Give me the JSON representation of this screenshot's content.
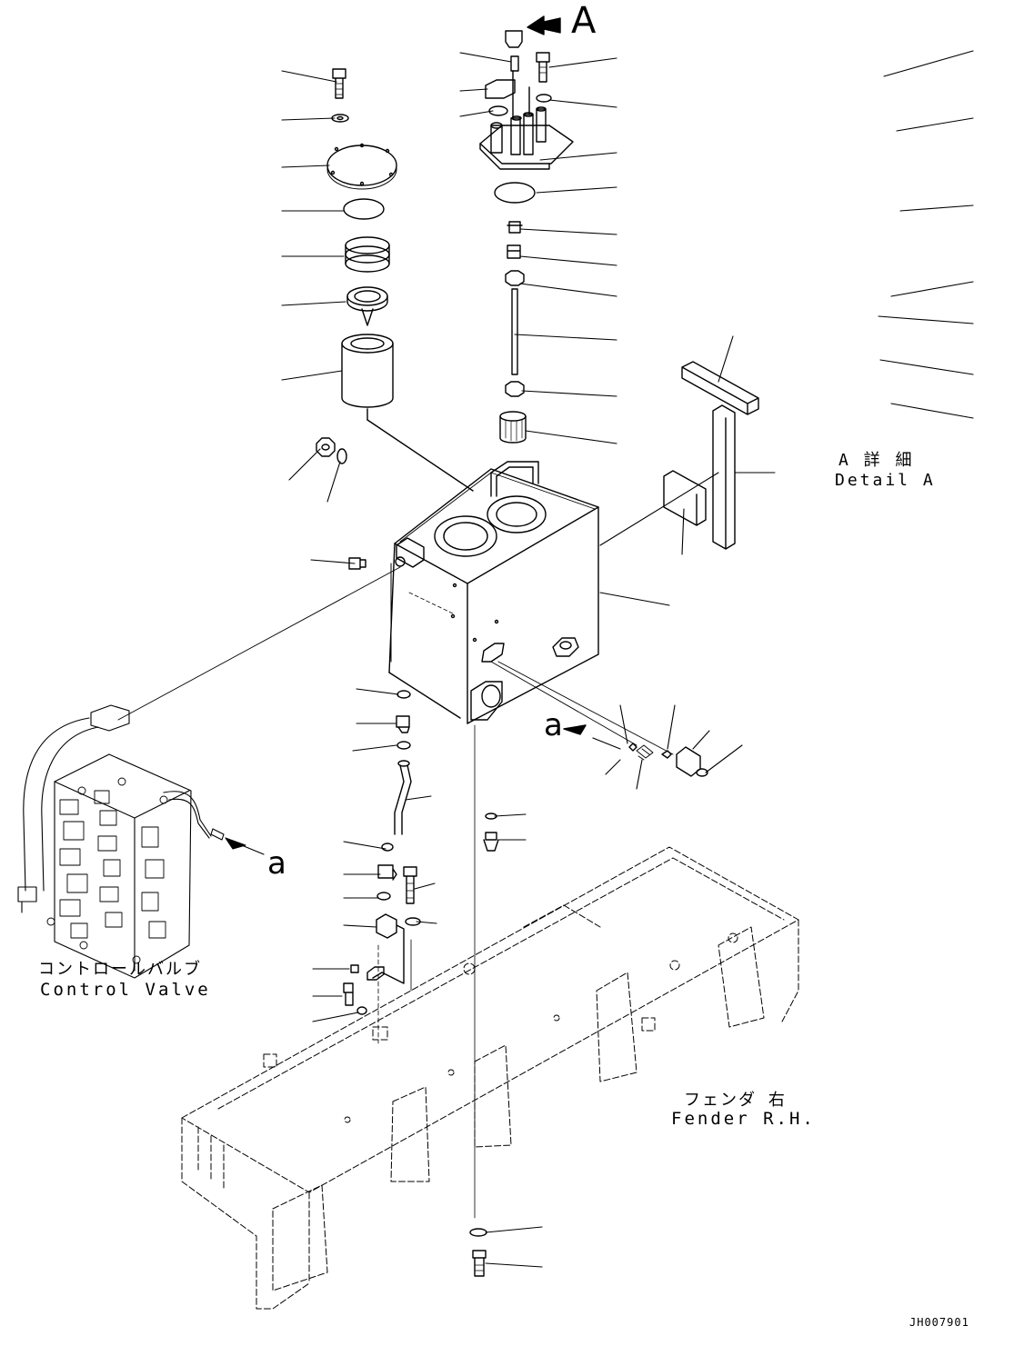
{
  "labels": {
    "view_letter": "A",
    "detail_jp": "A 詳 細",
    "detail_en": "Detail A",
    "arrow_letter_1": "a",
    "arrow_letter_2": "a",
    "control_valve_jp": "コントロールバルブ",
    "control_valve_en": "Control Valve",
    "fender_jp": "フェンダ 右",
    "fender_en": "Fender R.H.",
    "drawing_id": "JH007901"
  },
  "colors": {
    "line": "#000000",
    "background": "#ffffff"
  }
}
